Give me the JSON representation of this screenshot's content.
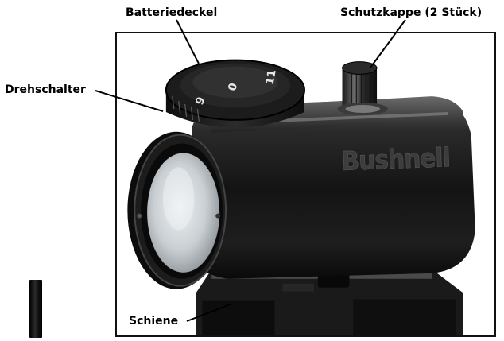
{
  "labels": {
    "battery_cover": "Batteriedeckel",
    "dial": "Drehschalter",
    "caps": "Schutzkappe (2 Stück)",
    "rail": "Schiene"
  },
  "brand_logo": "Bushnell",
  "dial_numbers": [
    "0",
    "11",
    "9"
  ],
  "colors": {
    "body_dark": "#141414",
    "body_mid": "#3a3a3a",
    "highlight": "#8a8a8a",
    "lens": "#d6dadd"
  }
}
